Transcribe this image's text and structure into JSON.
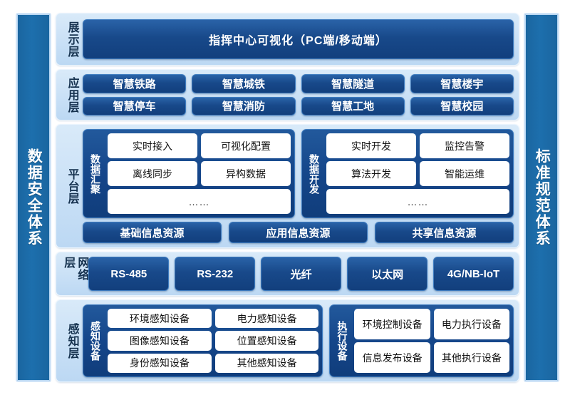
{
  "left_pillar": {
    "label": "数据安全体系"
  },
  "right_pillar": {
    "label": "标准规范体系"
  },
  "layers": {
    "presentation": {
      "label": "展示层",
      "item": "指挥中心可视化（PC端/移动端）"
    },
    "application": {
      "label": "应用层",
      "row1": [
        "智慧铁路",
        "智慧城铁",
        "智慧隧道",
        "智慧楼宇"
      ],
      "row2": [
        "智慧停车",
        "智慧消防",
        "智慧工地",
        "智慧校园"
      ]
    },
    "platform": {
      "label": "平台层",
      "group_left": {
        "label": "数据汇聚",
        "row1": [
          "实时接入",
          "可视化配置"
        ],
        "row2": [
          "离线同步",
          "异构数据"
        ],
        "row3": "……"
      },
      "group_right": {
        "label": "数据开发",
        "row1": [
          "实时开发",
          "监控告警"
        ],
        "row2": [
          "算法开发",
          "智能运维"
        ],
        "row3": "……"
      },
      "resources": [
        "基础信息资源",
        "应用信息资源",
        "共享信息资源"
      ]
    },
    "network": {
      "label": "网络层",
      "items": [
        "RS-485",
        "RS-232",
        "光纤",
        "以太网",
        "4G/NB-IoT"
      ]
    },
    "perception": {
      "label": "感知层",
      "group_left": {
        "label": "感知设备",
        "row1": [
          "环境感知设备",
          "电力感知设备"
        ],
        "row2": [
          "图像感知设备",
          "位置感知设备"
        ],
        "row3": [
          "身份感知设备",
          "其他感知设备"
        ]
      },
      "group_right": {
        "label": "执行设备",
        "row1": [
          "环境控制设备",
          "电力执行设备"
        ],
        "row2": [
          "信息发布设备",
          "其他执行设备"
        ]
      }
    }
  },
  "colors": {
    "pillar": "#1d6fad",
    "layer_bg": "#cfe3f7",
    "chip": "#18498a",
    "chip_border": "#3e7cc0",
    "white_box": "#ffffff",
    "label_text": "#16324f"
  }
}
